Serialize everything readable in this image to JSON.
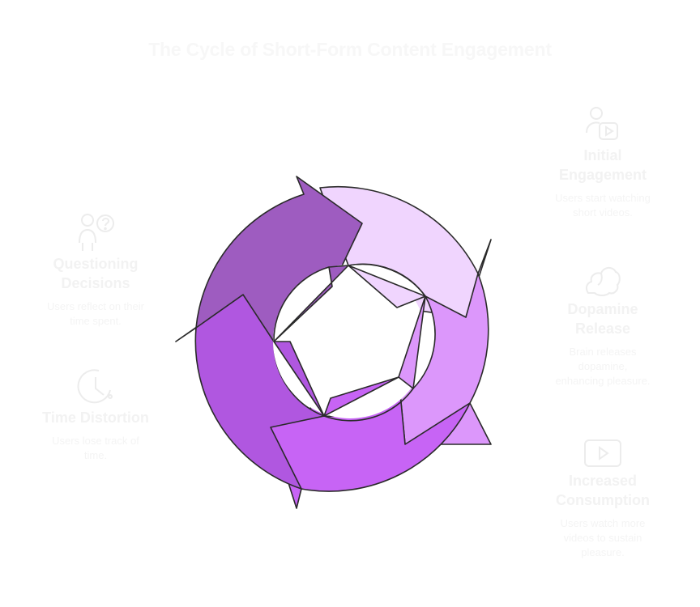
{
  "title": "The Cycle of Short-Form Content Engagement",
  "colors": {
    "segment_top_right": "#f0d5fe",
    "segment_right": "#dc97fb",
    "segment_bottom": "#c764f5",
    "segment_left": "#b057e0",
    "segment_top_left": "#9e5cc0",
    "outline": "#2a2a2a",
    "faint_text": "#f2f2f2"
  },
  "steps": {
    "initial": {
      "icon": "person-video-icon",
      "heading_line1": "Initial",
      "heading_line2": "Engagement",
      "desc_line1": "Users start watching",
      "desc_line2": "short videos."
    },
    "dopamine": {
      "icon": "brain-icon",
      "heading_line1": "Dopamine",
      "heading_line2": "Release",
      "desc_line1": "Brain releases",
      "desc_line2": "dopamine,",
      "desc_line3": "enhancing pleasure."
    },
    "increased": {
      "icon": "play-button-icon",
      "heading_line1": "Increased",
      "heading_line2": "Consumption",
      "desc_line1": "Users watch more",
      "desc_line2": "videos to sustain",
      "desc_line3": "pleasure."
    },
    "questioning": {
      "icon": "person-question-icon",
      "heading_line1": "Questioning",
      "heading_line2": "Decisions",
      "desc_line1": "Users reflect on their",
      "desc_line2": "time spent."
    },
    "time": {
      "icon": "clock-icon",
      "heading_line1": "Time Distortion",
      "desc_line1": "Users lose track of",
      "desc_line2": "time."
    }
  }
}
